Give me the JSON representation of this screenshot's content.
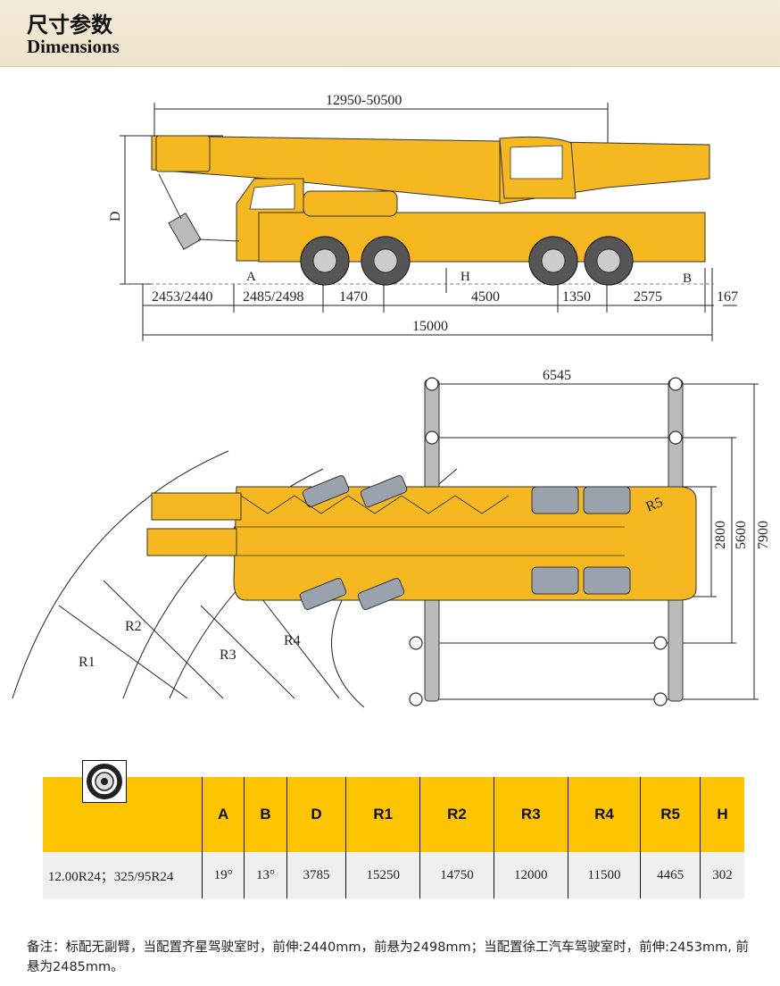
{
  "header": {
    "title_cn": "尺寸参数",
    "title_en": "Dimensions"
  },
  "side_view": {
    "labels": {
      "boom_length": "12950-50500",
      "height": "D",
      "point_a": "A",
      "point_b": "B",
      "point_h": "H",
      "overall_length": "15000"
    },
    "dims": [
      "2453/2440",
      "2485/2498",
      "1470",
      "4500",
      "1350",
      "2575",
      "167"
    ]
  },
  "top_view": {
    "outrigger_span": "6545",
    "width_2800": "2800",
    "width_5600": "5600",
    "width_7900": "7900",
    "radii": [
      "R1",
      "R2",
      "R3",
      "R4",
      "R5"
    ]
  },
  "spec_table": {
    "tire_icon": "tire-icon",
    "headers": [
      "",
      "A",
      "B",
      "D",
      "R1",
      "R2",
      "R3",
      "R4",
      "R5",
      "H"
    ],
    "row": [
      "12.00R24；325/95R24",
      "19°",
      "13°",
      "3785",
      "15250",
      "14750",
      "12000",
      "11500",
      "4465",
      "302"
    ]
  },
  "note": "备注：标配无副臂，当配置齐星驾驶室时，前伸:2440mm，前悬为2498mm；当配置徐工汽车驾驶室时，前伸:2453mm, 前悬为2485mm。",
  "colors": {
    "crane_yellow": "#f6b820",
    "header_yellow": "#fdc400",
    "header_bg": "#f1e6d0",
    "row_bg": "#efefef"
  }
}
